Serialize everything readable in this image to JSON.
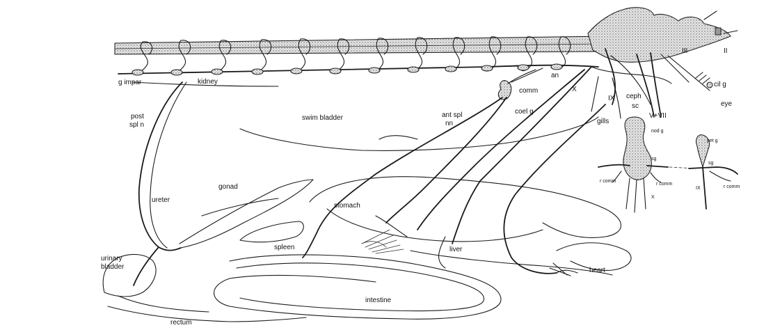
{
  "labels": {
    "g_impar": "g impar",
    "kidney": "kidney",
    "post_spl_n_1": "post",
    "post_spl_n_2": "spl n",
    "swim_bladder": "swim bladder",
    "ant_spl_nn_1": "ant spl",
    "ant_spl_nn_2": "nn",
    "coel_g": "coel g",
    "comm": "comm",
    "an": "an",
    "x": "X",
    "ix": "IX",
    "ceph": "ceph",
    "sc": "sc",
    "v_vii": "V+VII",
    "iii": "III",
    "ii": "II",
    "cil_g": "cil g",
    "eye": "eye",
    "gills": "gills",
    "gonad": "gonad",
    "ureter": "ureter",
    "stomach": "stomach",
    "urinary_bladder_1": "urinary",
    "urinary_bladder_2": "bladder",
    "spleen": "spleen",
    "liver": "liver",
    "heart": "heart",
    "intestine": "intestine",
    "rectum": "rectum"
  },
  "inset": {
    "nod_g": "nod g",
    "sg_left": "sg",
    "r_comm_left": "r comm",
    "r_comm_mid": "r comm",
    "x": "X",
    "pet_g": "pet g",
    "sg_right": "sg",
    "ix": "IX",
    "r_comm_right": "r comm"
  }
}
